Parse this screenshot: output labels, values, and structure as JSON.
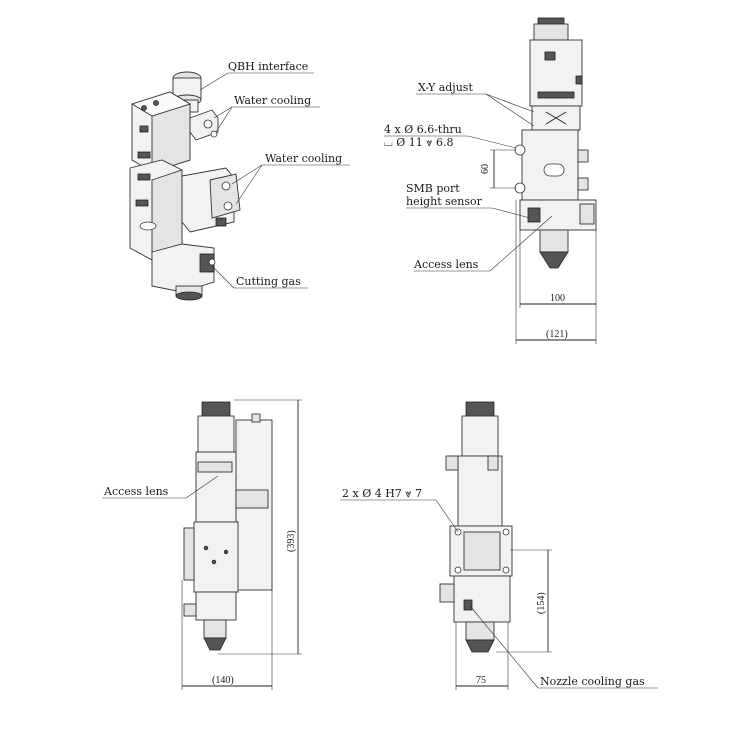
{
  "colors": {
    "line": "#222222",
    "background": "#ffffff",
    "body_fill": "#f2f2f2"
  },
  "view_iso": {
    "qbh_interface": "QBH interface",
    "water_cooling_top": "Water cooling",
    "water_cooling_mid": "Water cooling",
    "cutting_gas": "Cutting gas"
  },
  "view_front": {
    "xy_adjust": "X-Y adjust",
    "holes_line1": "4 x Ø 6.6-thru",
    "holes_line2": "⌴ Ø 11 ⩔ 6.8",
    "dim_60": "60",
    "smb_port": "SMB port",
    "height_sensor": "height sensor",
    "access_lens": "Access lens",
    "dim_100": "100",
    "dim_121": "(121)"
  },
  "view_side": {
    "access_lens": "Access lens",
    "dim_393": "(393)",
    "dim_140": "(140)"
  },
  "view_back": {
    "pins": "2 x Ø 4  H7 ⩔ 7",
    "dim_154": "(154)",
    "dim_75": "75",
    "nozzle_cooling_gas": "Nozzle cooling gas"
  }
}
